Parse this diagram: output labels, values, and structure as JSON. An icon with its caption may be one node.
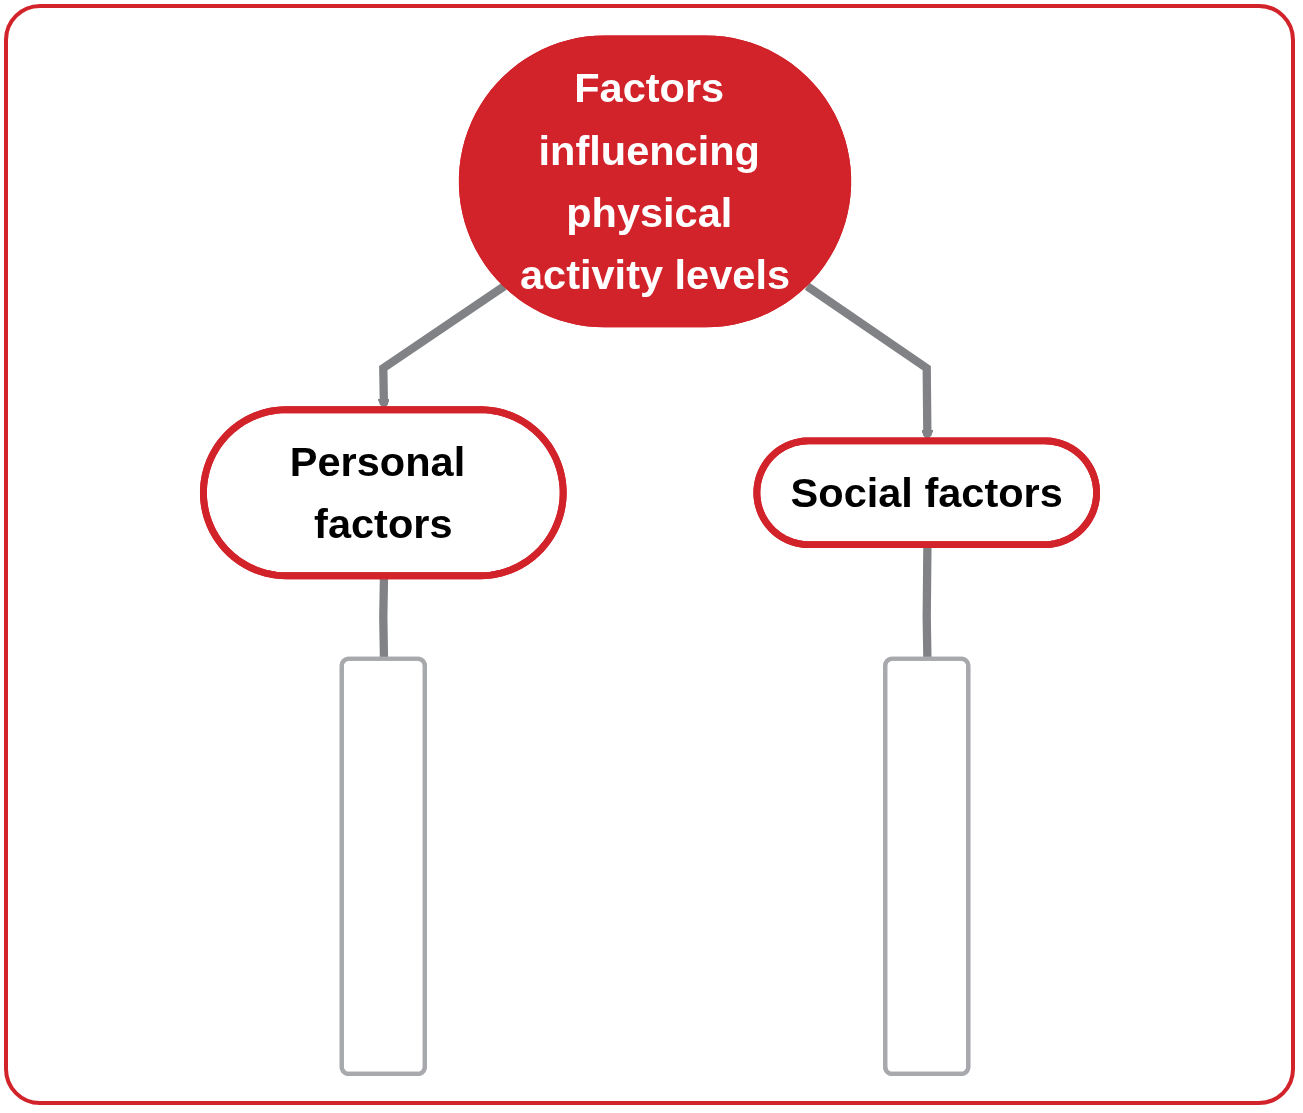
{
  "diagram": {
    "nodes": [
      {
        "text": [
          "Factors influencing physical activity levels"
        ]
      },
      {
        "text": [
          "Personal factors"
        ]
      },
      {
        "text": [
          "Social factors"
        ]
      },
      {
        "text": [],
        "shape": "box"
      },
      {
        "text": [],
        "shape": "box"
      }
    ],
    "edges": [
      {
        "from": 0,
        "to": 1,
        "arrow": "to"
      },
      {
        "from": 0,
        "to": 2,
        "arrow": "to"
      },
      {
        "from": 1,
        "to": 3,
        "arrow": "none"
      },
      {
        "from": 2,
        "to": 4,
        "arrow": "none"
      }
    ]
  }
}
